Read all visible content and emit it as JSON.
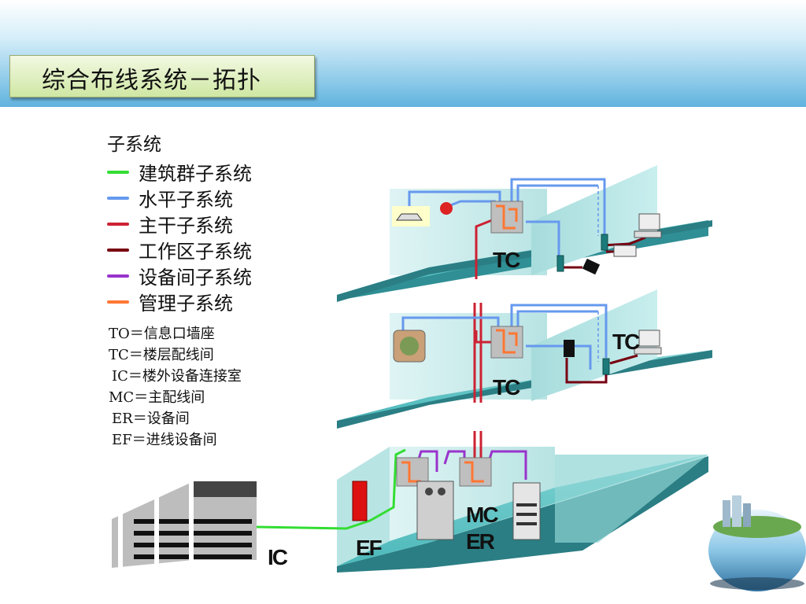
{
  "title": "综合布线系统－拓扑",
  "legend": {
    "title": "子系统",
    "items": [
      {
        "label": "建筑群子系统",
        "color": "#33dd33"
      },
      {
        "label": "水平子系统",
        "color": "#6699ee"
      },
      {
        "label": "主干子系统",
        "color": "#cc2233"
      },
      {
        "label": "工作区子系统",
        "color": "#770011"
      },
      {
        "label": "设备间子系统",
        "color": "#9933cc"
      },
      {
        "label": "管理子系统",
        "color": "#ff7733"
      }
    ]
  },
  "abbreviations": [
    "TO＝信息口墙座",
    "TC＝楼层配线间",
    "IC＝楼外设备连接室",
    "MC＝主配线间",
    "ER＝设备间",
    "EF＝进线设备间"
  ],
  "diagram_labels": {
    "tc_top": "TC",
    "tc_mid": "TC",
    "tc_mid_right": "TC",
    "mc": "MC",
    "er": "ER",
    "ef": "EF",
    "ic": "IC"
  },
  "colors": {
    "floor": "#5fc4c4",
    "wall": "#c8eaea",
    "header": "#5fb2de"
  }
}
